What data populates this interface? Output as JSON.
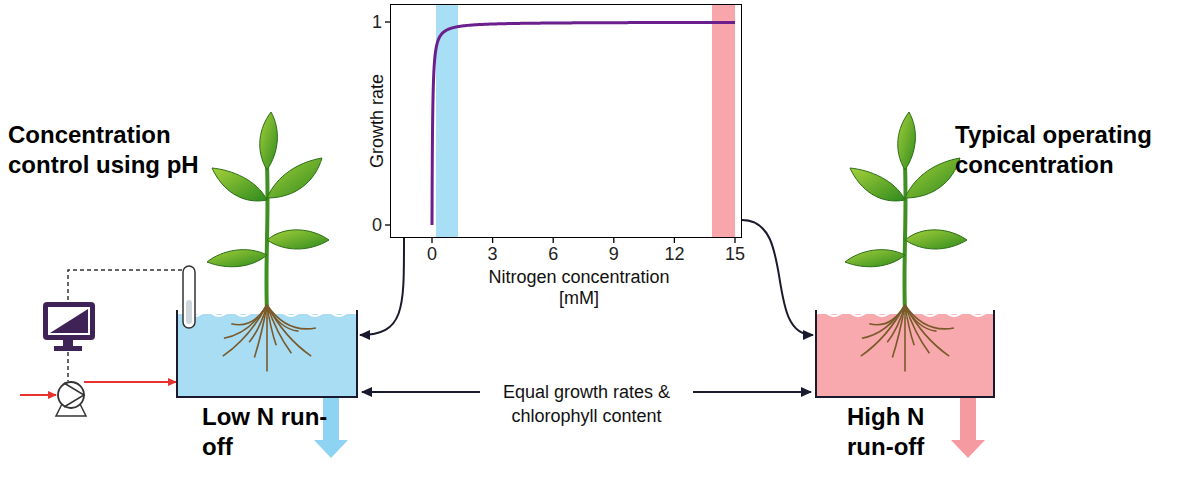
{
  "diagram": {
    "nodes": [
      {
        "text": [
          "Growth rate",
          "Nitrogen concentration [mM]"
        ]
      },
      {
        "text": [
          "Low N run-off"
        ]
      },
      {
        "text": [
          "High N run-off"
        ]
      }
    ],
    "edges": [
      {
        "from": 0,
        "to": 1,
        "arrow": "to"
      },
      {
        "from": 0,
        "to": 2,
        "arrow": "to"
      },
      {
        "from": 1,
        "to": 2,
        "arrow": "both",
        "label": "Equal growth rates & chlorophyll content"
      }
    ],
    "labels": [
      "Concentration control using pH",
      "Typical operating concentration",
      "1",
      "0",
      "0",
      "3",
      "6",
      "9",
      "12",
      "15"
    ]
  }
}
